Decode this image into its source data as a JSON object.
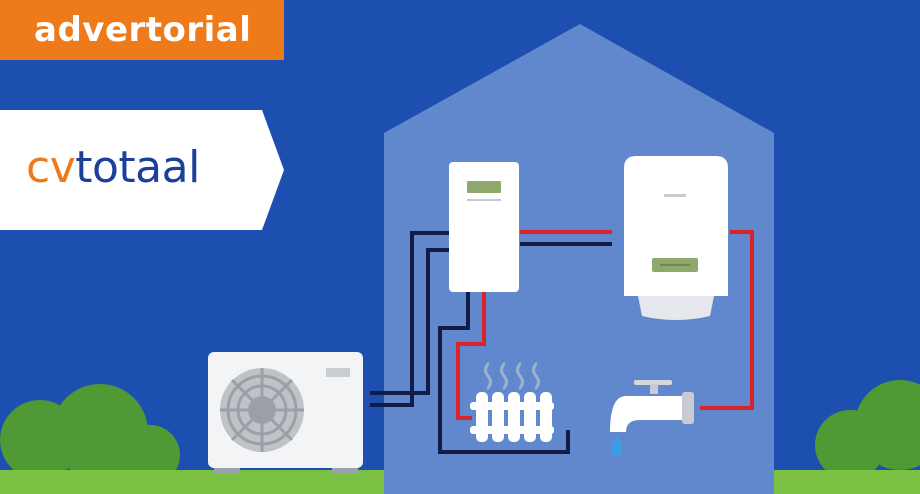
{
  "badge": {
    "label": "advertorial"
  },
  "logo": {
    "part1": "cv",
    "part2": "totaal"
  },
  "colors": {
    "background": "#1c4fb0",
    "house": "#6188cc",
    "badge": "#ee7a1a",
    "grass": "#7cc043",
    "bush": "#4f9a34",
    "hot_pipe": "#d9242e",
    "cold_pipe": "#0f1d47",
    "appliance": "#ffffff",
    "display": "#8fa86b",
    "water_drop": "#3aa0e6"
  },
  "icons": [
    "heat-pump-icon",
    "fan-icon",
    "control-unit-icon",
    "boiler-icon",
    "radiator-icon",
    "steam-icon",
    "water-tap-icon",
    "water-drop-icon",
    "bush-icon"
  ]
}
